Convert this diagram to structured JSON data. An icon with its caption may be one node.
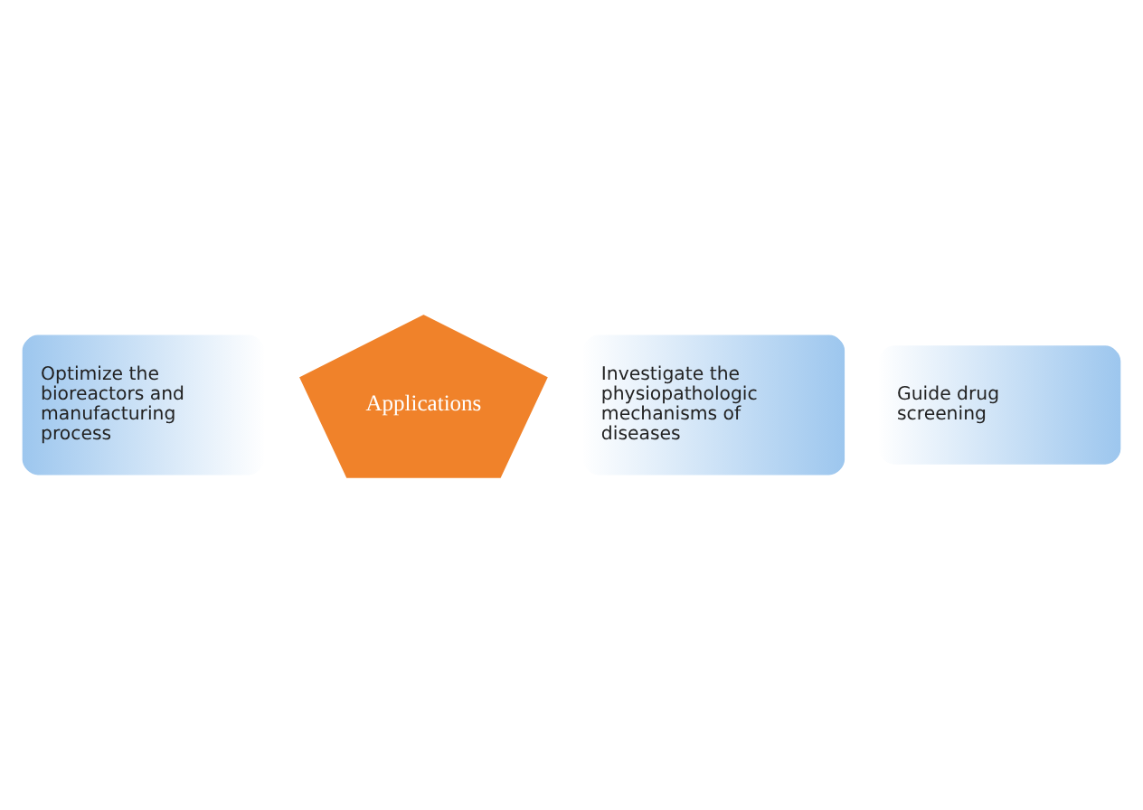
{
  "diagram": {
    "nodes": [
      {
        "text": [
          "Investigate the physiopathologic mechanisms of diseases"
        ]
      },
      {
        "text": [
          "Optimize the bioreactors and manufacturing process"
        ]
      },
      {
        "text": [
          "Applications"
        ]
      },
      {
        "text": [
          "Guide drug screening"
        ]
      }
    ]
  }
}
